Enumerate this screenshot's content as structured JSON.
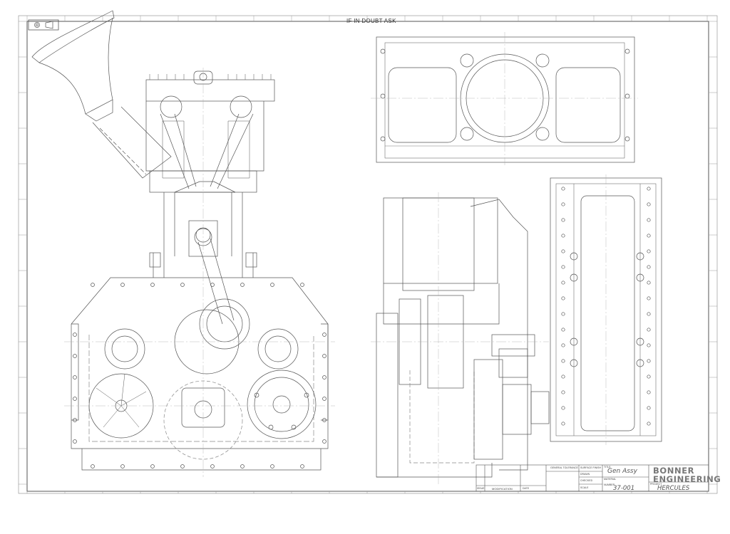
{
  "sheet": {
    "top_note": "IF IN DOUBT ASK"
  },
  "title_block": {
    "general_tolerance_label": "GENERAL TOLERANCE",
    "surface_finish_label": "SURFACE FINISH",
    "title_label": "TITLE",
    "title_value": "Gen Assy",
    "material_label": "MATERIAL",
    "number_label": "NUMBER",
    "number_value": "37-001",
    "project_label": "PROJECT",
    "project_value": "HERCULES",
    "modification_label": "MODIFICATION",
    "issue_label": "ISSUE",
    "date_label": "DATE",
    "scale_label": "SCALE",
    "drawn_label": "DRAWN",
    "checked_label": "CHECKED",
    "company_logo_text": "BONNER ENGINEERING"
  },
  "colors": {
    "line": "#555555",
    "faint": "#9a9a9a",
    "paper": "#ffffff"
  }
}
